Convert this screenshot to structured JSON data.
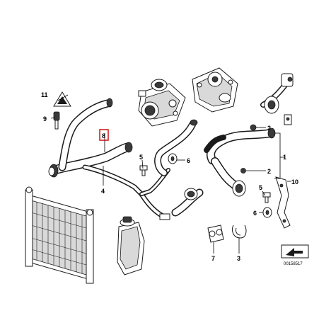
{
  "diagram": {
    "callouts": {
      "c1": "1",
      "c2a": "2",
      "c2b": "2",
      "c3": "3",
      "c4": "4",
      "c5a": "5",
      "c5b": "5",
      "c6a": "6",
      "c6b": "6",
      "c7": "7",
      "c8": "8",
      "c9": "9",
      "c10": "10",
      "c11": "11"
    },
    "highlight_color": "#cc0000",
    "image_number": "00158517"
  }
}
